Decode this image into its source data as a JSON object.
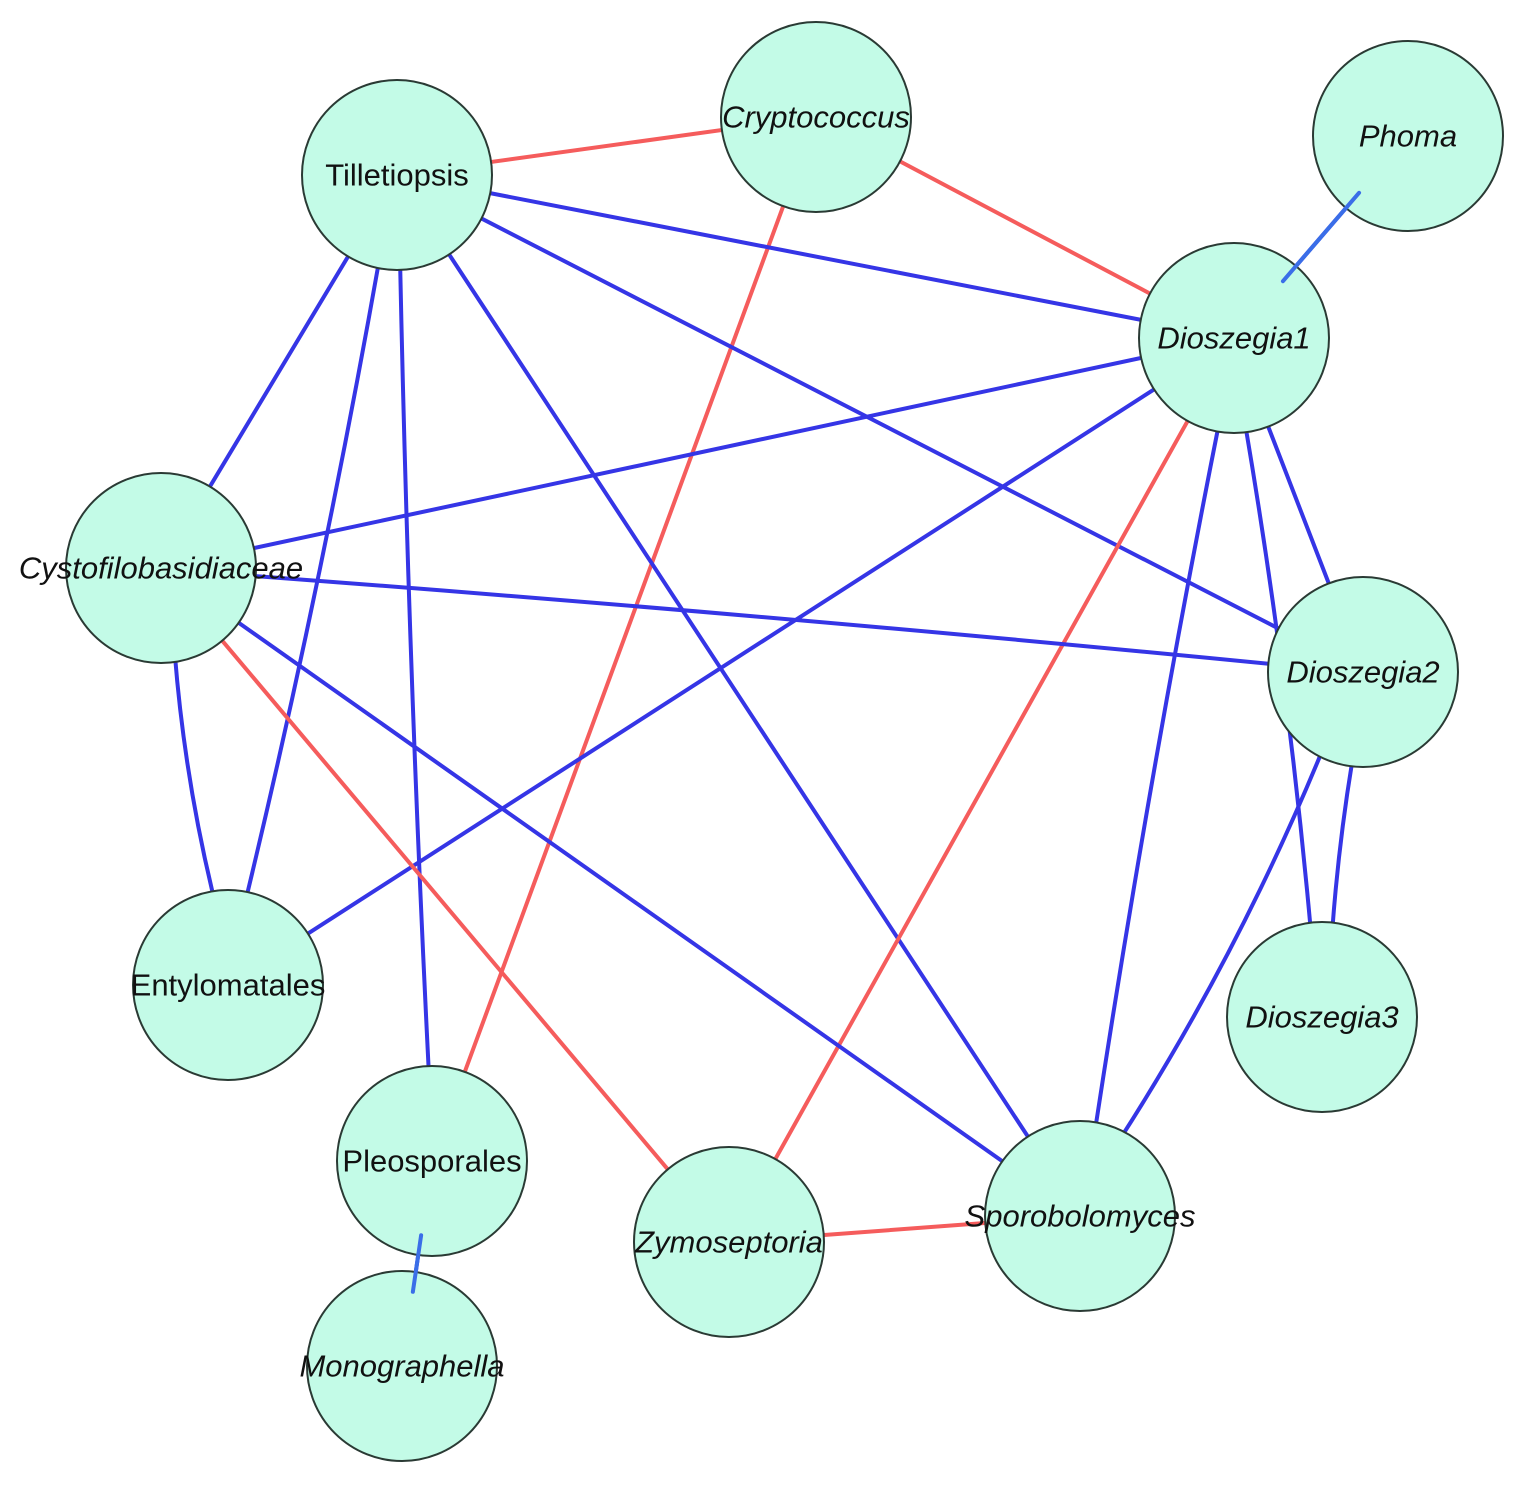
{
  "colors": {
    "node_fill": "#c3fbe7",
    "node_stroke": "#2a3a34",
    "positive_edge": "#3535e6",
    "negative_edge": "#f55c5c",
    "background": "#ffffff"
  },
  "nodes": [
    {
      "id": "tilletiopsis",
      "label": "Tilletiopsis",
      "italic": false
    },
    {
      "id": "cryptococcus",
      "label": "Cryptococcus",
      "italic": true
    },
    {
      "id": "phoma",
      "label": "Phoma",
      "italic": true
    },
    {
      "id": "dioszegia1",
      "label": "Dioszegia1",
      "italic": true
    },
    {
      "id": "cystofilobasidiaceae",
      "label": "Cystofilobasidiaceae",
      "italic": true
    },
    {
      "id": "dioszegia2",
      "label": "Dioszegia2",
      "italic": true
    },
    {
      "id": "dioszegia3",
      "label": "Dioszegia3",
      "italic": true
    },
    {
      "id": "entylomatales",
      "label": "Entylomatales",
      "italic": false
    },
    {
      "id": "pleosporales",
      "label": "Pleosporales",
      "italic": false
    },
    {
      "id": "zymoseptoria",
      "label": "Zymoseptoria",
      "italic": true
    },
    {
      "id": "sporobolomyces",
      "label": "Sporobolomyces",
      "italic": true
    },
    {
      "id": "monographella",
      "label": "Monographella",
      "italic": true
    }
  ],
  "edges": [
    {
      "source": "tilletiopsis",
      "target": "cryptococcus",
      "sign": "negative"
    },
    {
      "source": "cryptococcus",
      "target": "dioszegia1",
      "sign": "negative"
    },
    {
      "source": "cryptococcus",
      "target": "pleosporales",
      "sign": "negative"
    },
    {
      "source": "tilletiopsis",
      "target": "dioszegia1",
      "sign": "positive"
    },
    {
      "source": "tilletiopsis",
      "target": "dioszegia2",
      "sign": "positive"
    },
    {
      "source": "tilletiopsis",
      "target": "sporobolomyces",
      "sign": "positive"
    },
    {
      "source": "tilletiopsis",
      "target": "cystofilobasidiaceae",
      "sign": "positive"
    },
    {
      "source": "tilletiopsis",
      "target": "entylomatales",
      "sign": "positive"
    },
    {
      "source": "tilletiopsis",
      "target": "pleosporales",
      "sign": "positive"
    },
    {
      "source": "phoma",
      "target": "dioszegia1",
      "sign": "positive"
    },
    {
      "source": "dioszegia1",
      "target": "cystofilobasidiaceae",
      "sign": "positive"
    },
    {
      "source": "dioszegia1",
      "target": "entylomatales",
      "sign": "positive"
    },
    {
      "source": "dioszegia1",
      "target": "zymoseptoria",
      "sign": "negative"
    },
    {
      "source": "dioszegia1",
      "target": "dioszegia2",
      "sign": "positive"
    },
    {
      "source": "dioszegia1",
      "target": "dioszegia3",
      "sign": "positive"
    },
    {
      "source": "dioszegia1",
      "target": "sporobolomyces",
      "sign": "positive"
    },
    {
      "source": "cystofilobasidiaceae",
      "target": "dioszegia2",
      "sign": "positive"
    },
    {
      "source": "cystofilobasidiaceae",
      "target": "sporobolomyces",
      "sign": "positive"
    },
    {
      "source": "cystofilobasidiaceae",
      "target": "zymoseptoria",
      "sign": "negative"
    },
    {
      "source": "cystofilobasidiaceae",
      "target": "entylomatales",
      "sign": "positive"
    },
    {
      "source": "dioszegia2",
      "target": "dioszegia3",
      "sign": "positive"
    },
    {
      "source": "dioszegia2",
      "target": "sporobolomyces",
      "sign": "positive"
    },
    {
      "source": "zymoseptoria",
      "target": "sporobolomyces",
      "sign": "negative"
    },
    {
      "source": "pleosporales",
      "target": "monographella",
      "sign": "positive"
    }
  ]
}
